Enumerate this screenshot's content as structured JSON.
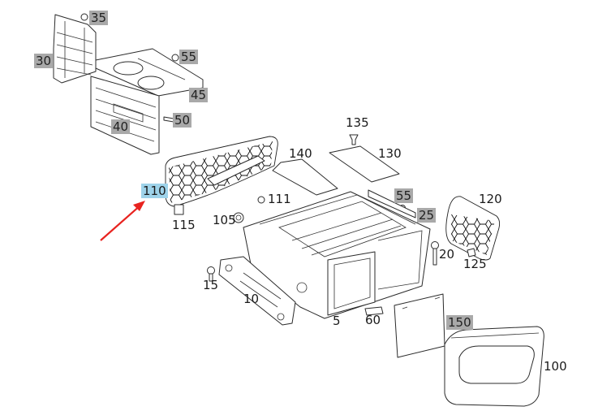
{
  "diagram": {
    "selected_part": "110",
    "colors": {
      "highlight": "#9ed3ea",
      "tag": "#a9a9a9",
      "arrow": "#e8231f"
    },
    "labels": [
      {
        "id": "35",
        "text": "35",
        "style": "grey"
      },
      {
        "id": "30",
        "text": "30",
        "style": "grey"
      },
      {
        "id": "55a",
        "text": "55",
        "style": "grey"
      },
      {
        "id": "45",
        "text": "45",
        "style": "grey"
      },
      {
        "id": "40",
        "text": "40",
        "style": "grey"
      },
      {
        "id": "50",
        "text": "50",
        "style": "grey"
      },
      {
        "id": "135",
        "text": "135",
        "style": "plain"
      },
      {
        "id": "140",
        "text": "140",
        "style": "plain"
      },
      {
        "id": "130",
        "text": "130",
        "style": "plain"
      },
      {
        "id": "110",
        "text": "110",
        "style": "sel"
      },
      {
        "id": "111",
        "text": "111",
        "style": "plain"
      },
      {
        "id": "55b",
        "text": "55",
        "style": "grey"
      },
      {
        "id": "120",
        "text": "120",
        "style": "plain"
      },
      {
        "id": "25",
        "text": "25",
        "style": "grey"
      },
      {
        "id": "105",
        "text": "105",
        "style": "plain"
      },
      {
        "id": "115",
        "text": "115",
        "style": "plain"
      },
      {
        "id": "20",
        "text": "20",
        "style": "plain"
      },
      {
        "id": "125",
        "text": "125",
        "style": "plain"
      },
      {
        "id": "15",
        "text": "15",
        "style": "plain"
      },
      {
        "id": "10",
        "text": "10",
        "style": "plain"
      },
      {
        "id": "5",
        "text": "5",
        "style": "plain"
      },
      {
        "id": "60",
        "text": "60",
        "style": "plain"
      },
      {
        "id": "150",
        "text": "150",
        "style": "grey"
      },
      {
        "id": "100",
        "text": "100",
        "style": "plain"
      }
    ]
  }
}
